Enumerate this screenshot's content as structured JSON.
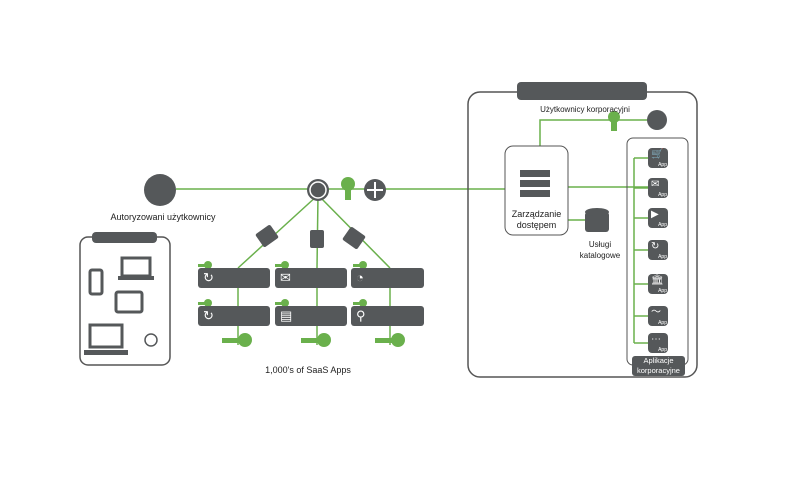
{
  "colors": {
    "accent": "#6ab04c",
    "dark": "#55585a",
    "outline": "#555555"
  },
  "labels": {
    "authorized_users": "Autoryzowani użytkownicy",
    "saas_apps": "1,000's of SaaS Apps",
    "corporate_users": "Użytkownicy korporacyjni",
    "access_management_1": "Zarządzanie",
    "access_management_2": "dostępem",
    "directory_1": "Usługi",
    "directory_2": "katalogowe",
    "corporate_apps_1": "Aplikacje",
    "corporate_apps_2": "korporacyjne"
  },
  "saas_bars": [
    {
      "icon": "refresh-icon",
      "glyph": "↻"
    },
    {
      "icon": "mail-icon",
      "glyph": "✉"
    },
    {
      "icon": "gauge-icon",
      "glyph": "◔"
    },
    {
      "icon": "refresh-icon",
      "glyph": "↻"
    },
    {
      "icon": "database-icon",
      "glyph": "▤"
    },
    {
      "icon": "location-pin-icon",
      "glyph": "⚲"
    }
  ],
  "corporate_apps": [
    {
      "icon": "cart-icon",
      "glyph": "🛒",
      "tag": "App"
    },
    {
      "icon": "mail-icon",
      "glyph": "✉",
      "tag": "App"
    },
    {
      "icon": "play-icon",
      "glyph": "▶",
      "tag": "App"
    },
    {
      "icon": "refresh-icon",
      "glyph": "↻",
      "tag": "App"
    },
    {
      "icon": "bank-icon",
      "glyph": "🏛",
      "tag": "App"
    },
    {
      "icon": "pulse-icon",
      "glyph": "〜",
      "tag": "App"
    },
    {
      "icon": "generic-app-icon",
      "glyph": "⋯",
      "tag": "App"
    }
  ]
}
